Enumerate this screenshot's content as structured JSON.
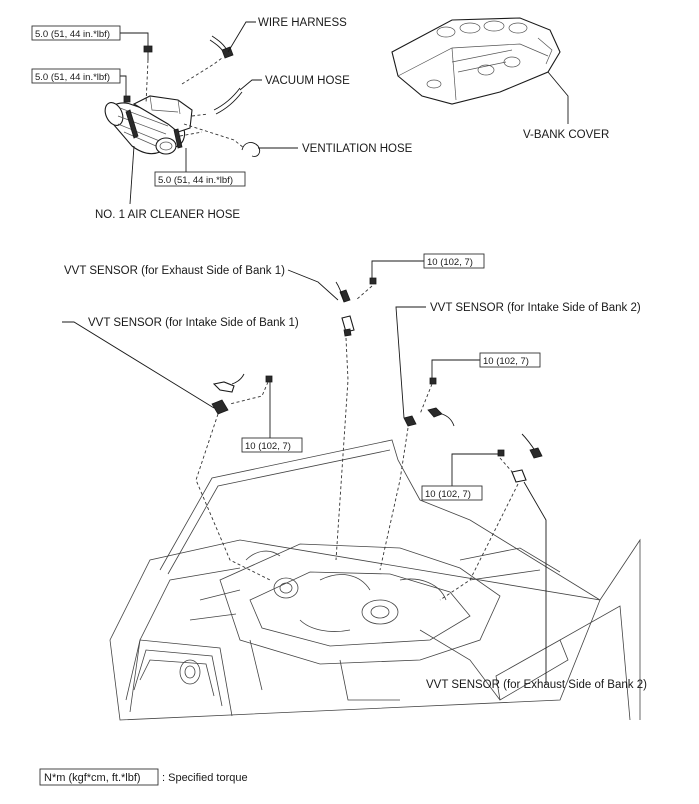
{
  "labels": {
    "wire_harness": "WIRE HARNESS",
    "vacuum_hose": "VACUUM HOSE",
    "ventilation_hose": "VENTILATION HOSE",
    "v_bank_cover": "V-BANK COVER",
    "air_cleaner_hose": "NO. 1 AIR CLEANER HOSE",
    "vvt_exhaust_bank1": "VVT SENSOR (for Exhaust Side of Bank 1)",
    "vvt_intake_bank1": "VVT SENSOR (for Intake Side of Bank 1)",
    "vvt_intake_bank2": "VVT SENSOR (for Intake Side of Bank 2)",
    "vvt_exhaust_bank2": "VVT SENSOR (for Exhaust Side of Bank 2)"
  },
  "torques": {
    "t1": "5.0 (51, 44 in.*lbf)",
    "t2": "5.0 (51, 44 in.*lbf)",
    "t3": "5.0 (51, 44 in.*lbf)",
    "t4": "10 (102, 7)",
    "t5": "10 (102, 7)",
    "t6": "10 (102, 7)",
    "t7": "10 (102, 7)"
  },
  "legend": {
    "unit_box": "N*m (kgf*cm, ft.*lbf)",
    "description": ": Specified torque"
  }
}
